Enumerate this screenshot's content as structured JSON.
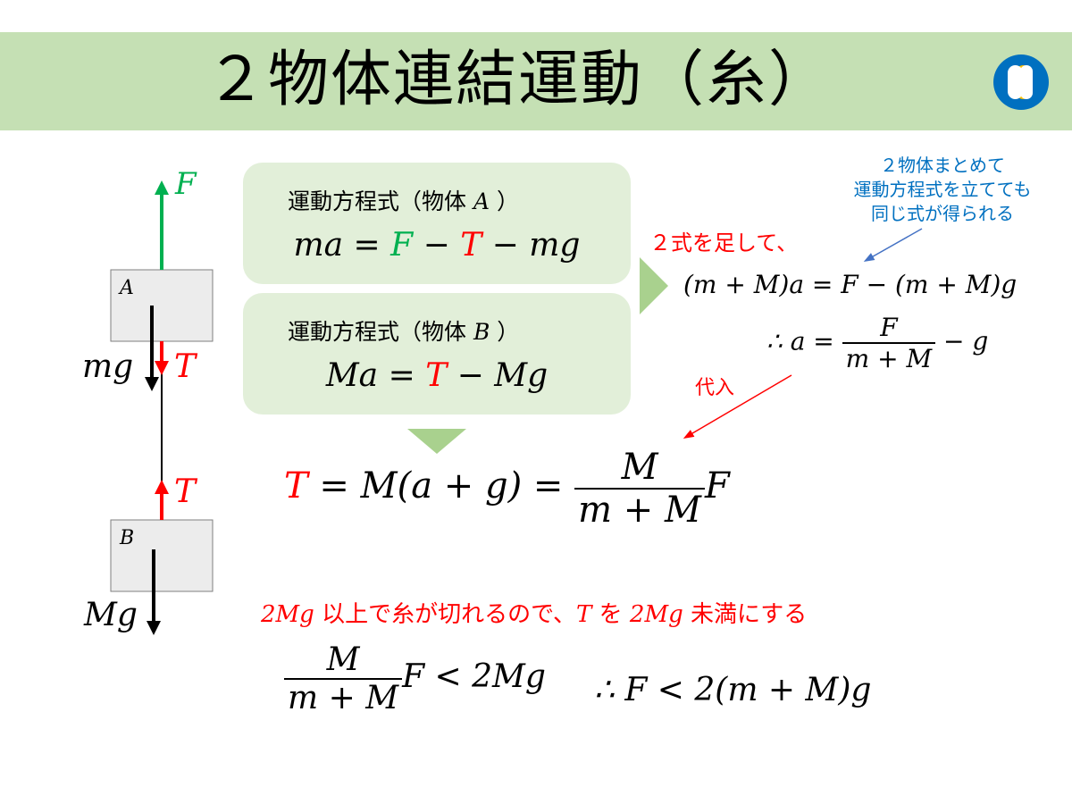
{
  "title": "２物体連結運動（糸）",
  "colors": {
    "band": "#c5e0b4",
    "panel": "#e2efd9",
    "green": "#00b050",
    "red": "#ff0000",
    "blue": "#0070c0",
    "arrow_fill": "#a9d18e"
  },
  "diagram": {
    "box_a": "A",
    "box_b": "B",
    "force_f": "F",
    "force_mg": "mg",
    "tension_top": "T",
    "tension_bottom": "T",
    "force_Mg": "Mg"
  },
  "panel_a": {
    "label_prefix": "運動方程式（物体 ",
    "label_var": "A",
    "label_suffix": " ）",
    "eq": {
      "lhs": "ma",
      "eq": " = ",
      "f": "F",
      "m1": " − ",
      "t": "T",
      "m2": " − ",
      "mg": "mg"
    }
  },
  "panel_b": {
    "label_prefix": "運動方程式（物体 ",
    "label_var": "B",
    "label_suffix": " ）",
    "eq": {
      "lhs": "Ma",
      "eq": " = ",
      "t": "T",
      "m1": " − ",
      "Mg": "Mg"
    }
  },
  "add_note": "２式を足して、",
  "blue_note": [
    "２物体まとめて",
    "運動方程式を立てても",
    "同じ式が得られる"
  ],
  "sum_eq": "(m + M)a = F − (m + M)g",
  "accel_eq": {
    "therefore": "∴ a = ",
    "num": "F",
    "den": "m + M",
    "tail": " − g"
  },
  "substitute": "代入",
  "tension_eq": {
    "t": "T",
    "mid": " = M(a + g) = ",
    "num": "M",
    "den": "m + M",
    "tail": "F"
  },
  "condition": {
    "p1": "2Mg",
    "p2": " 以上で糸が切れるので、",
    "p3": "T",
    "p4": " を ",
    "p5": "2Mg",
    "p6": " 未満にする"
  },
  "inequality": {
    "num": "M",
    "den": "m + M",
    "tail": "F < 2Mg",
    "result": "∴ F < 2(m + M)g"
  }
}
